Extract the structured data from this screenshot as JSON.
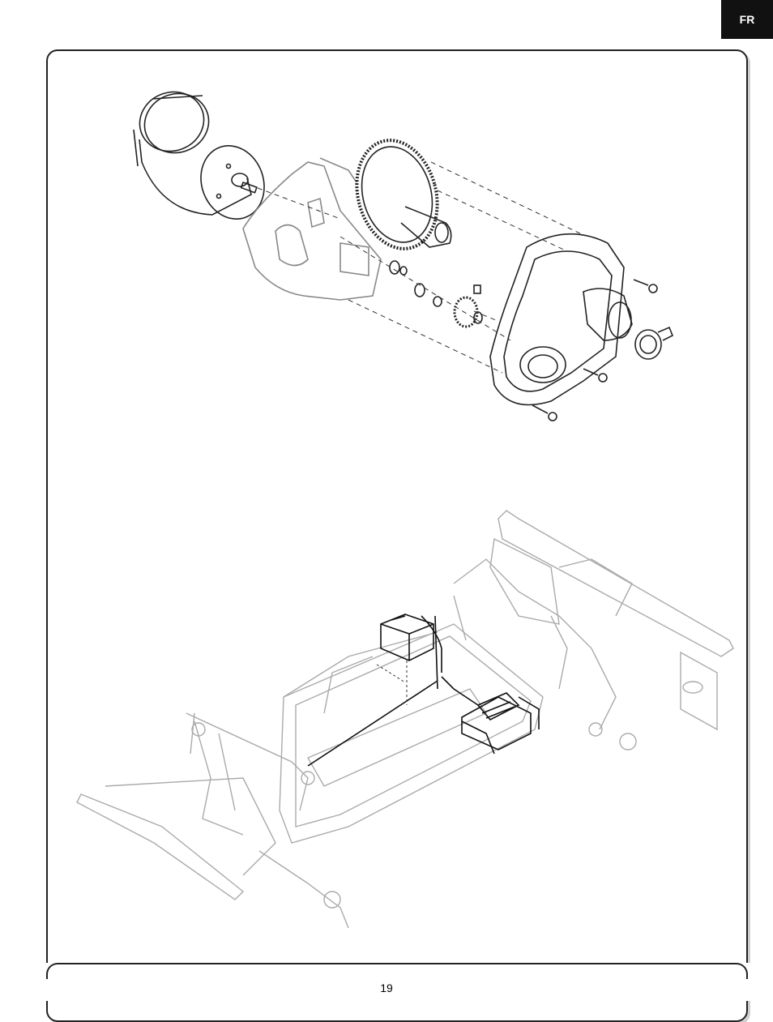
{
  "language_tab": {
    "label": "FR"
  },
  "footer": {
    "page_number": "19"
  },
  "figures": {
    "top": {
      "icon": "motor-gearbox-exploded-view-illustration"
    },
    "bottom": {
      "icon": "chassis-esc-receiver-illustration"
    }
  }
}
